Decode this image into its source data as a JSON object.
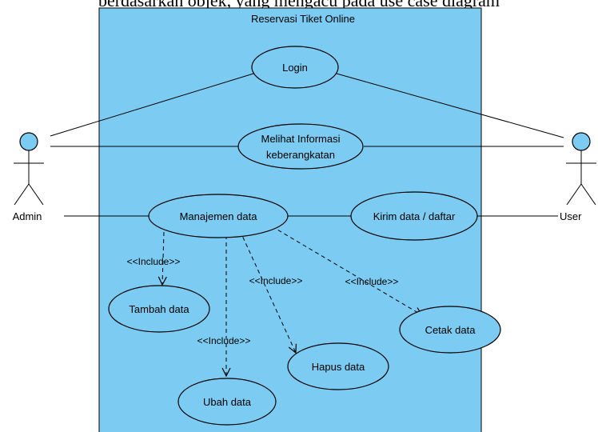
{
  "caption": "berdasarkan objek, yang mengacu pada use case diagram",
  "system": {
    "title": "Reservasi Tiket Online"
  },
  "actors": {
    "admin": "Admin",
    "user": "User"
  },
  "usecases": {
    "login": "Login",
    "info_line1": "Melihat Informasi",
    "info_line2": "keberangkatan",
    "manage": "Manajemen data",
    "send": "Kirim data / daftar",
    "add": "Tambah data",
    "edit": "Ubah data",
    "delete": "Hapus data",
    "print": "Cetak data"
  },
  "relations": {
    "include_add": "<<Include>>",
    "include_delete": "<<Include>>",
    "include_print": "<<Include>>",
    "include_edit": "<<Include>>"
  },
  "colors": {
    "system_fill": "#7ccbf2",
    "actor_head": "#7ccbf2",
    "stroke": "#000000"
  }
}
